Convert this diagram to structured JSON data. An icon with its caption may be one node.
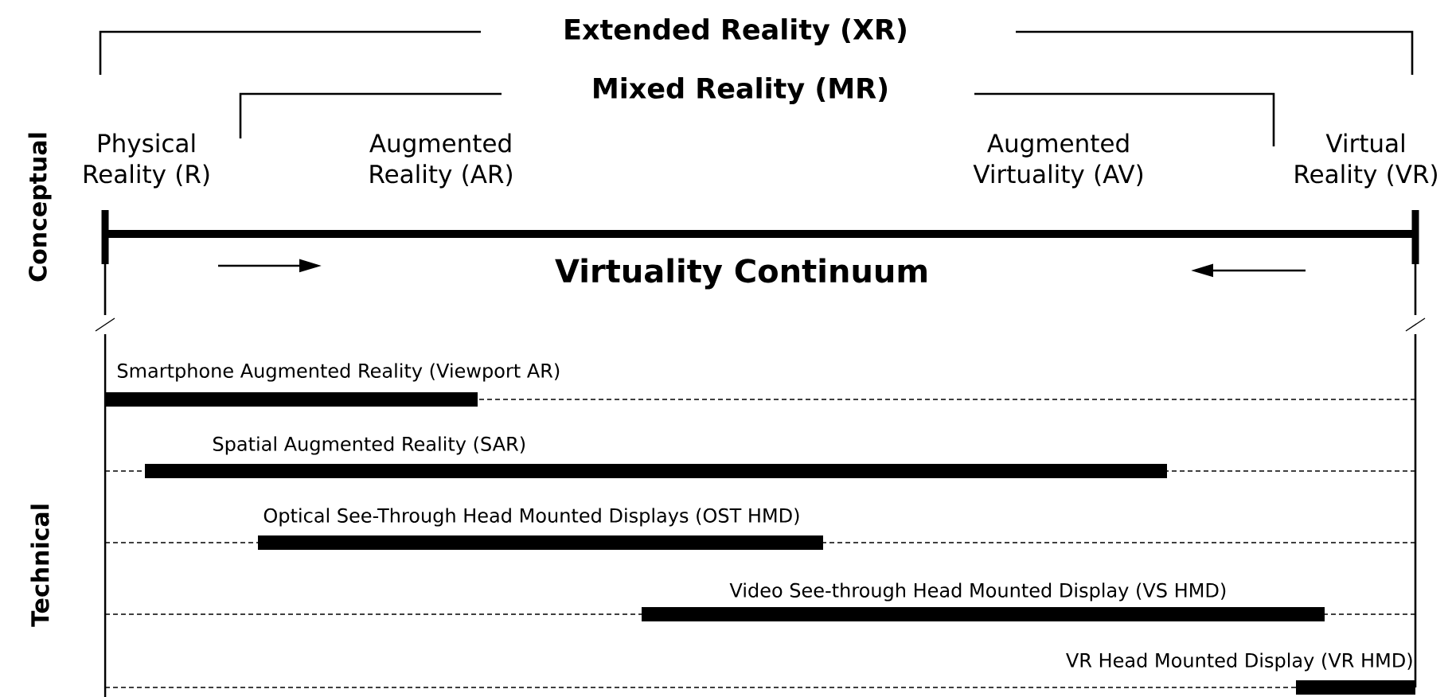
{
  "diagram": {
    "labels": [
      "Extended Reality (XR)",
      "Mixed Reality (MR)",
      "Conceptual",
      "Physical Reality (R)",
      "Augmented Reality (AR)",
      "Augmented Virtuality (AV)",
      "Virtual Reality (VR)",
      "Virtuality Continuum",
      "Technical",
      "Smartphone Augmented Reality (Viewport AR)",
      "Spatial Augmented Reality (SAR)",
      "Optical See-Through Head Mounted Displays (OST HMD)",
      "Video See-through Head Mounted Display (VS HMD)",
      "VR Head Mounted Display (VR HMD)"
    ]
  }
}
